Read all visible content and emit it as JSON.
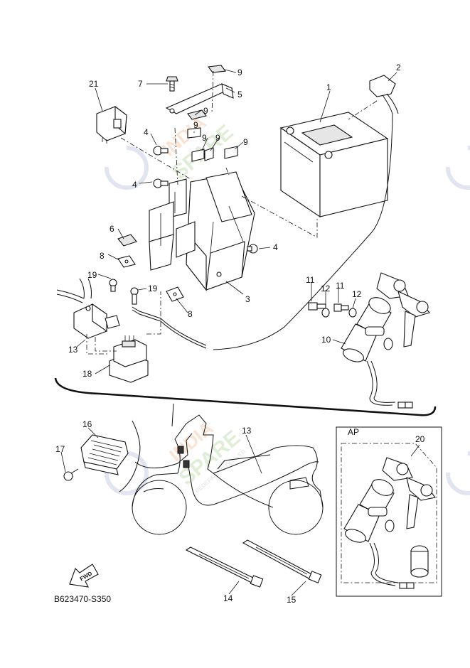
{
  "diagram": {
    "code": "B623470-S350",
    "fwd_label": "FWD",
    "ap_label": "AP",
    "callouts": [
      {
        "id": "c1",
        "text": "1"
      },
      {
        "id": "c2",
        "text": "2"
      },
      {
        "id": "c3",
        "text": "3"
      },
      {
        "id": "c4a",
        "text": "4"
      },
      {
        "id": "c4b",
        "text": "4"
      },
      {
        "id": "c4c",
        "text": "4"
      },
      {
        "id": "c5",
        "text": "5"
      },
      {
        "id": "c6",
        "text": "6"
      },
      {
        "id": "c7",
        "text": "7"
      },
      {
        "id": "c8a",
        "text": "8"
      },
      {
        "id": "c8b",
        "text": "8"
      },
      {
        "id": "c9a",
        "text": "9"
      },
      {
        "id": "c9b",
        "text": "9"
      },
      {
        "id": "c9c",
        "text": "9"
      },
      {
        "id": "c9d",
        "text": "9"
      },
      {
        "id": "c9e",
        "text": "9"
      },
      {
        "id": "c9f",
        "text": "9"
      },
      {
        "id": "c10",
        "text": "10"
      },
      {
        "id": "c11a",
        "text": "11"
      },
      {
        "id": "c11b",
        "text": "11"
      },
      {
        "id": "c12a",
        "text": "12"
      },
      {
        "id": "c12b",
        "text": "12"
      },
      {
        "id": "c13a",
        "text": "13"
      },
      {
        "id": "c13b",
        "text": "13"
      },
      {
        "id": "c14",
        "text": "14"
      },
      {
        "id": "c15",
        "text": "15"
      },
      {
        "id": "c16",
        "text": "16"
      },
      {
        "id": "c17",
        "text": "17"
      },
      {
        "id": "c18",
        "text": "18"
      },
      {
        "id": "c19a",
        "text": "19"
      },
      {
        "id": "c19b",
        "text": "19"
      },
      {
        "id": "c20",
        "text": "20"
      },
      {
        "id": "c21",
        "text": "21"
      }
    ]
  },
  "watermark": {
    "line1": "INDIA",
    "line2": "SPARE",
    "tagline": "REDEFINE TO DELIVER"
  }
}
